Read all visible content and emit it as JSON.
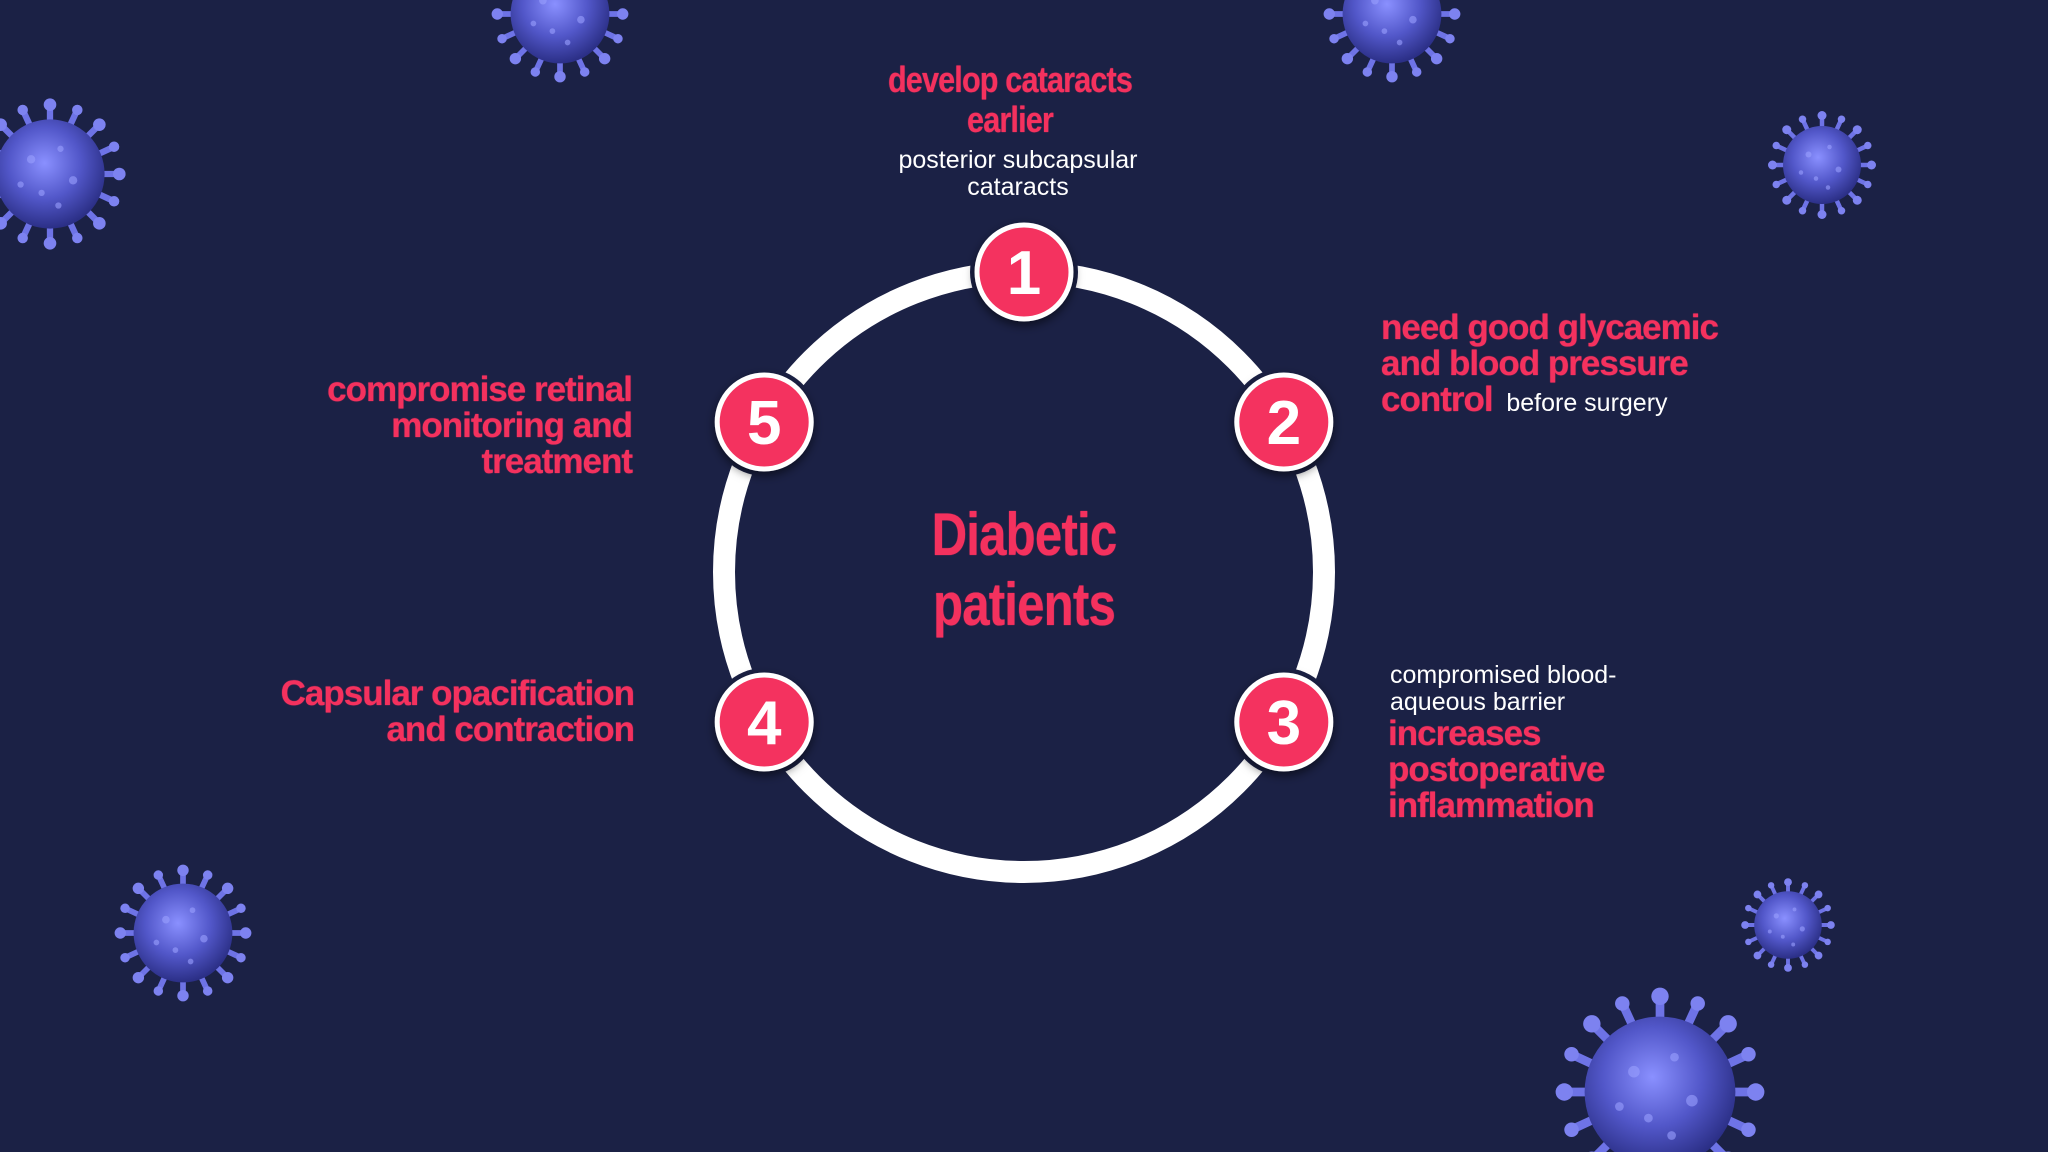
{
  "center": {
    "title": "Diabetic patients"
  },
  "steps": [
    {
      "number": "1",
      "heading": "develop cataracts earlier",
      "subtext": "posterior subcapsular cataracts"
    },
    {
      "number": "2",
      "heading": "need good glycaemic and blood pressure control",
      "subtext": "before surgery"
    },
    {
      "number": "3",
      "heading": "increases postoperative inflammation",
      "subtext": "compromised blood-aqueous barrier"
    },
    {
      "number": "4",
      "heading": "Capsular opacification and contraction",
      "subtext": ""
    },
    {
      "number": "5",
      "heading": "compromise retinal monitoring and treatment",
      "subtext": ""
    }
  ],
  "colors": {
    "background": "#1b2145",
    "accent": "#f4315e",
    "ring": "#ffffff",
    "virus": "#5b5fd6"
  },
  "decorations": {
    "icon": "virus-icon"
  }
}
